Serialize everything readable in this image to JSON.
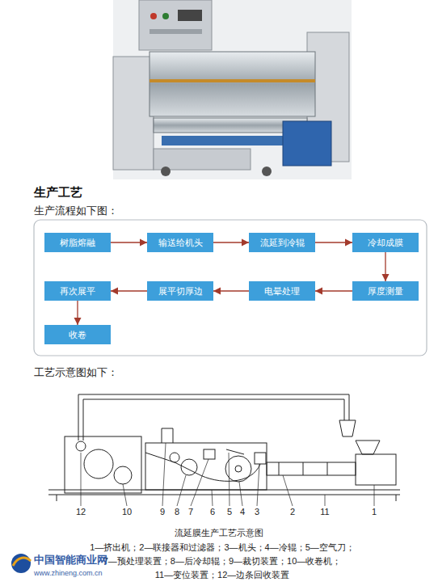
{
  "diagram": {
    "title": "生产工艺",
    "caption": "流延膜生产工艺示意图",
    "nodes": [
      {
        "text": [
          "树脂熔融"
        ]
      },
      {
        "text": [
          "输送给机头"
        ]
      },
      {
        "text": [
          "流延到冷辊"
        ]
      },
      {
        "text": [
          "冷却成膜"
        ]
      },
      {
        "text": [
          "再次展平"
        ]
      },
      {
        "text": [
          "展平切厚边"
        ]
      },
      {
        "text": [
          "电晕处理"
        ]
      },
      {
        "text": [
          "厚度测量"
        ]
      },
      {
        "text": [
          "收卷"
        ]
      }
    ],
    "edges": [
      {
        "from": 0,
        "to": 1,
        "arrow": "to"
      },
      {
        "from": 1,
        "to": 2,
        "arrow": "to"
      },
      {
        "from": 2,
        "to": 3,
        "arrow": "to"
      },
      {
        "from": 3,
        "to": 7,
        "arrow": "to"
      },
      {
        "from": 7,
        "to": 6,
        "arrow": "to"
      },
      {
        "from": 6,
        "to": 5,
        "arrow": "to"
      },
      {
        "from": 5,
        "to": 4,
        "arrow": "to"
      },
      {
        "from": 4,
        "to": 8,
        "arrow": "to"
      }
    ],
    "labels": [
      "生产流程如下图：",
      "工艺示意图如下：",
      "12",
      "10",
      "9",
      "8",
      "7",
      "6",
      "5",
      "4",
      "3",
      "2",
      "11",
      "1",
      "1—挤出机；2—联接器和过滤器；3—机头；4—冷辊；5—空气刀；",
      "7—预处理装置；8—后冷却辊；9—裁切装置；10—收卷机；",
      "11—变位装置；12—边条回收装置",
      "中国智能商业网",
      "www.zhineng.com.cn"
    ]
  }
}
